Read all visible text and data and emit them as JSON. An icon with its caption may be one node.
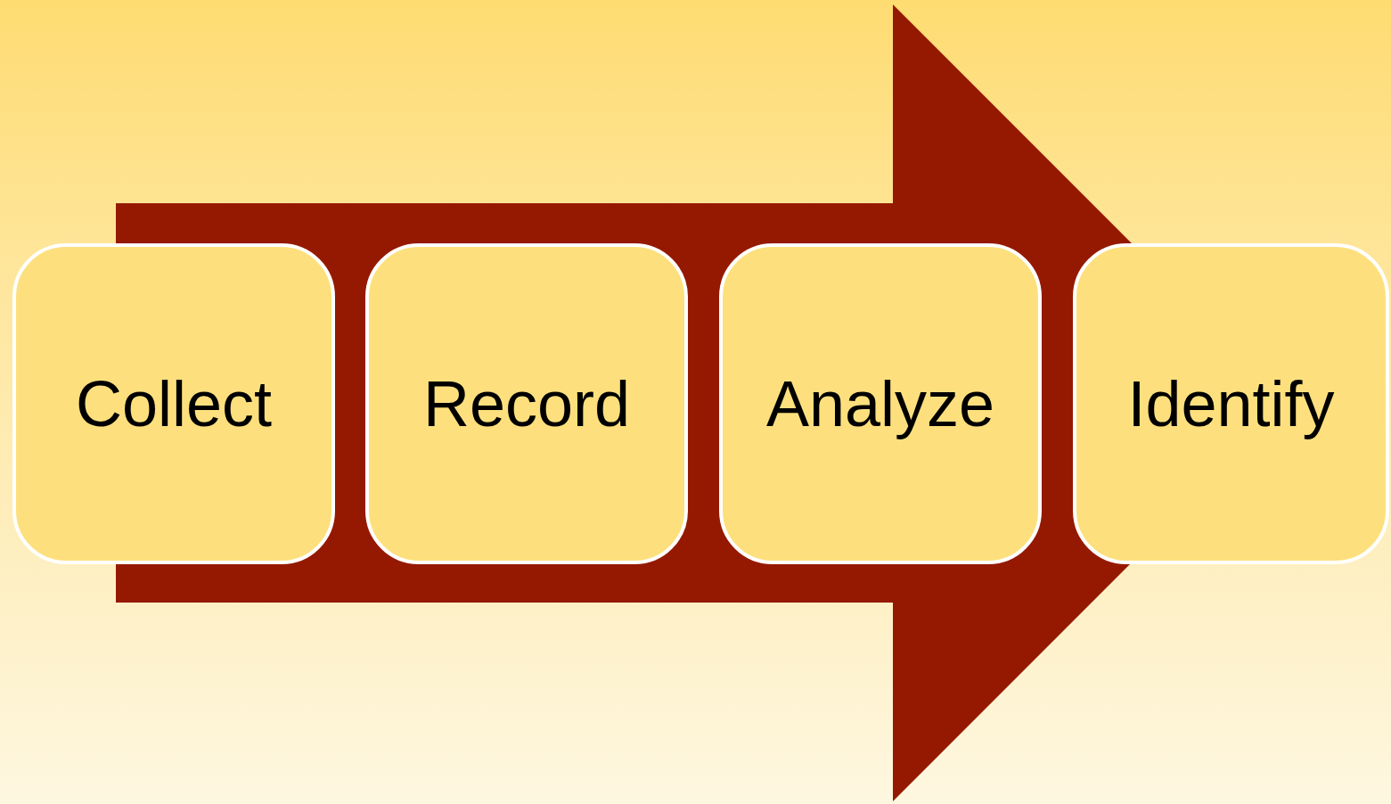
{
  "diagram": {
    "nodes": [
      {
        "text": [
          "Collect"
        ]
      },
      {
        "text": [
          "Record"
        ]
      },
      {
        "text": [
          "Analyze"
        ]
      },
      {
        "text": [
          "Identify"
        ]
      }
    ],
    "edges": [
      {
        "from": 0,
        "to": 3,
        "arrow": "to",
        "style": "thick"
      }
    ]
  }
}
